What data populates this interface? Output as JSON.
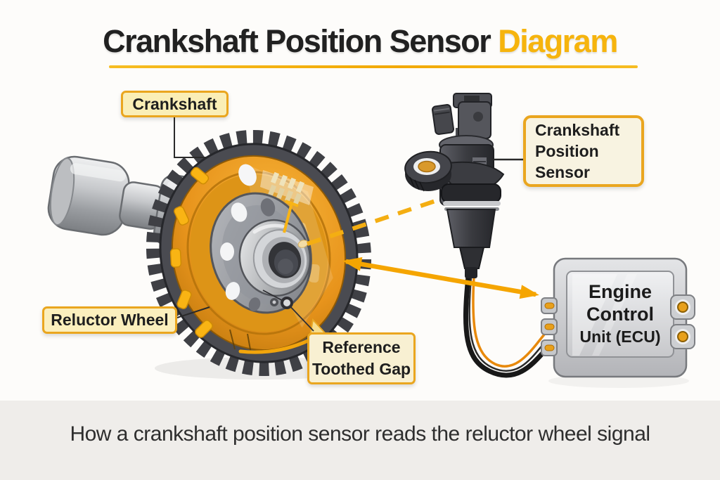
{
  "title": {
    "main": "Crankshaft Position Sensor",
    "accent": "Diagram"
  },
  "labels": {
    "crankshaft": {
      "text": "Crankshaft"
    },
    "position_sensor": {
      "line1": "Crankshaft",
      "line2": "Position",
      "line3": "Sensor"
    },
    "reluctor_wheel": {
      "text": "Reluctor Wheel"
    },
    "reference_gap": {
      "line1": "Reference",
      "line2": "Toothed Gap"
    },
    "ecu": {
      "line1": "Engine",
      "line2": "Control",
      "line3": "Unit (ECU)"
    }
  },
  "caption": {
    "text": "How a crankshaft position sensor reads the reluctor wheel signal"
  },
  "colors": {
    "accent_gold": "#f6b40d",
    "label_border": "#eaa61f",
    "label_bg_yellow": "#faeeb6",
    "label_bg_cream": "#f8f3e1",
    "wheel_orange": "#e8941c",
    "arrow_yellow": "#f5a500",
    "gear_dark": "#3f4045",
    "metal_gray": "#c6c8cb",
    "caption_band_bg": "#efedea"
  }
}
